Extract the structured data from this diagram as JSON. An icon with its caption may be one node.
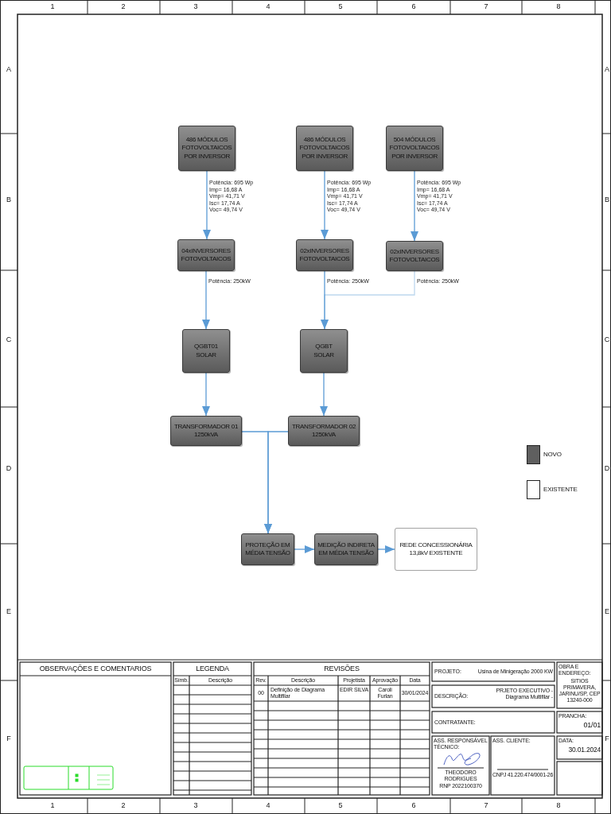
{
  "diagram": {
    "nodes": [
      {
        "text": [
          "486 MÓDULOS FOTOVOLTAICOS POR INVERSOR"
        ],
        "beside": [
          "Potência: 695 Wp",
          "Imp= 16,68 A",
          "Vmp= 41,71 V",
          "Isc= 17,74 A",
          "Voc= 49,74 V"
        ]
      },
      {
        "text": [
          "486 MÓDULOS FOTOVOLTAICOS POR INVERSOR"
        ],
        "beside": [
          "Potência: 695 Wp",
          "Imp= 16,68 A",
          "Vmp= 41,71 V",
          "Isc= 17,74 A",
          "Voc= 49,74 V"
        ]
      },
      {
        "text": [
          "504 MÓDULOS FOTOVOLTAICOS POR INVERSOR"
        ],
        "beside": [
          "Potência: 695 Wp",
          "Imp= 16,68 A",
          "Vmp= 41,71 V",
          "Isc= 17,74 A",
          "Voc= 49,74 V"
        ]
      },
      {
        "text": [
          "04xINVERSORES FOTOVOLTAICOS"
        ],
        "beside": [
          "Potência: 250kW"
        ]
      },
      {
        "text": [
          "02xINVERSORES FOTOVOLTAICOS"
        ],
        "beside": [
          "Potência: 250kW"
        ]
      },
      {
        "text": [
          "02xINVERSORES FOTOVOLTAICOS"
        ],
        "beside": [
          "Potência: 250kW"
        ]
      },
      {
        "text": [
          "QGBT01 SOLAR"
        ]
      },
      {
        "text": [
          "QGBT SOLAR"
        ]
      },
      {
        "text": [
          "TRANSFORMADOR 01 1250kVA"
        ]
      },
      {
        "text": [
          "TRANSFORMADOR 02 1250kVA"
        ]
      },
      {
        "text": [
          "PROTEÇÃO EM MÉDIA TENSÃO"
        ]
      },
      {
        "text": [
          "MEDIÇÃO INDIRETA EM MÉDIA TENSÃO"
        ]
      },
      {
        "text": [
          "REDE CONCESSIONÁRIA 13,8kV EXISTENTE"
        ]
      }
    ],
    "edges": [
      {
        "from": 0,
        "to": 3,
        "arrow": "to"
      },
      {
        "from": 1,
        "to": 4,
        "arrow": "to"
      },
      {
        "from": 2,
        "to": 5,
        "arrow": "to"
      },
      {
        "from": 3,
        "to": 6,
        "arrow": "to"
      },
      {
        "from": 4,
        "to": 7,
        "arrow": "to"
      },
      {
        "from": 5,
        "to": 7,
        "arrow": "to",
        "color": "#bdd7ee"
      },
      {
        "from": 6,
        "to": 8,
        "arrow": "to"
      },
      {
        "from": 7,
        "to": 9,
        "arrow": "to"
      },
      {
        "from": 8,
        "to": 10,
        "arrow": "to"
      },
      {
        "from": 9,
        "to": 10,
        "arrow": "to"
      },
      {
        "from": 10,
        "to": 11,
        "arrow": "to"
      },
      {
        "from": 11,
        "to": 12,
        "arrow": "to"
      }
    ],
    "labels": [
      "1",
      "2",
      "3",
      "4",
      "5",
      "6",
      "7",
      "8",
      "A",
      "A",
      "B",
      "B",
      "C",
      "C",
      "D",
      "D",
      "E",
      "E",
      "F",
      "F",
      "OBSERVAÇÕES E COMENTARIOS",
      "LEGENDA",
      "Símb.",
      "Descrição",
      "REVISÕES",
      "Rev.",
      "Descrição",
      "Projetista",
      "Aprovação",
      "Data",
      "00",
      "Definição de Diagrama Multifilar",
      "EDIR SILVA",
      "Caroli Furlan",
      "30/01/2024",
      "PROJETO:",
      "Usina de Minigeração 2000 KW",
      "OBRA E ENDEREÇO:",
      "DESCRIÇÃO:",
      "PRJETO EXECUTIVO - Diagrama Multifilar -",
      "SITIOS PRIMAVERA, JARINU/SP, CEP 13240-000",
      "CONTRATANTE:",
      "PRANCHA:",
      "01/01",
      "ASS. RESPONSÁVEL TÉCNICO:",
      "ASS. CLIENTE:",
      "DATA:",
      "30.01.2024",
      "THEODORO RODRIGUES",
      "RNP 2022100370",
      "CNPJ 41.220.474/0001-26",
      "1",
      "2",
      "3",
      "4",
      "5",
      "6",
      "7",
      "8"
    ],
    "legend": [
      {
        "text": "NOVO",
        "color": "#5f5f5f"
      },
      {
        "text": "EXISTENTE",
        "color": "#ffffff"
      }
    ]
  }
}
